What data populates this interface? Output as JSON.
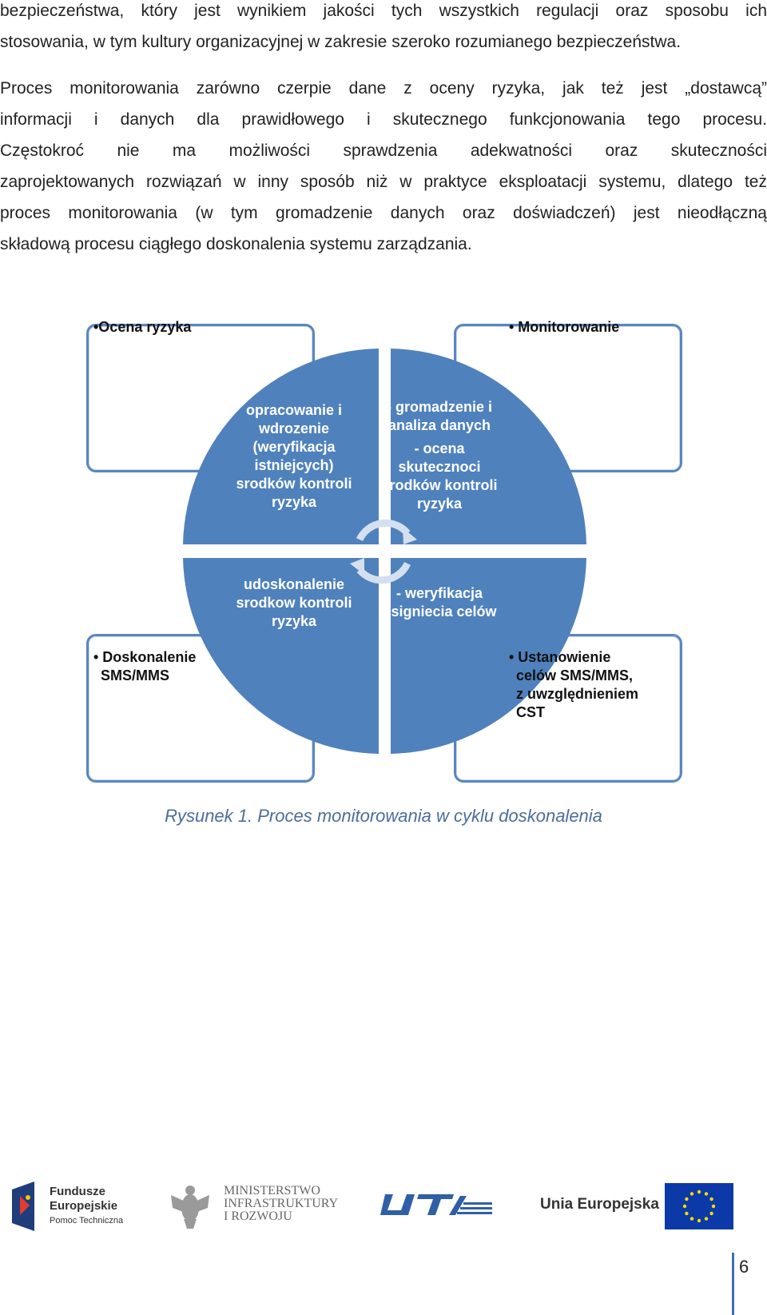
{
  "paragraph1": {
    "lines": [
      "bezpieczeństwa, który jest wynikiem jakości tych wszystkich regulacji oraz sposobu ich",
      "stosowania, w tym kultury organizacyjnej w zakresie szeroko rozumianego bezpieczeństwa."
    ]
  },
  "paragraph2": {
    "lines": [
      "Proces monitorowania zarówno czerpie dane z oceny ryzyka, jak też jest „dostawcą”",
      "informacji i danych dla prawidłowego i skutecznego funkcjonowania tego procesu.",
      "Częstokroć nie ma możliwości sprawdzenia adekwatności oraz skuteczności",
      "zaprojektowanych rozwiązań w inny sposób niż w praktyce eksploatacji systemu, dlatego też",
      "proces monitorowania (w tym gromadzenie danych oraz doświadczeń) jest nieodłączną",
      "składową procesu ciągłego doskonalenia systemu zarządzania."
    ]
  },
  "diagram": {
    "boxes": {
      "top_left": "•Ocena ryzyka",
      "top_right": "• Monitorowanie",
      "bottom_left_1": "• Doskonalenie",
      "bottom_left_2": "SMS/MMS",
      "bottom_right_1": "• Ustanowienie",
      "bottom_right_2": "celów SMS/MMS,",
      "bottom_right_3": "z uwzględnieniem",
      "bottom_right_4": "CST"
    },
    "quadrants": {
      "top_left": [
        "opracowanie i",
        "wdrozenie",
        "(weryfikacja",
        "istniejcych)",
        "srodków kontroli",
        "ryzyka"
      ],
      "top_right": [
        "- gromadzenie i",
        "analiza danych",
        "- ocena",
        "skutecznoci",
        "srodków kontroli",
        "ryzyka"
      ],
      "bottom_left": [
        "udoskonalenie",
        "srodkow kontroli",
        "ryzyka"
      ],
      "bottom_right": [
        "- weryfikacja",
        "osigniecia celów"
      ]
    },
    "colors": {
      "circle": "#4f81bd",
      "box_border": "#5a86c0"
    }
  },
  "caption": "Rysunek 1. Proces monitorowania w cyklu doskonalenia",
  "logos": {
    "fe_1": "Fundusze",
    "fe_2": "Europejskie",
    "fe_3": "Pomoc Techniczna",
    "min_1": "MINISTERSTWO",
    "min_2": "INFRASTRUKTURY",
    "min_3": "I ROZWOJU",
    "ue": "Unia Europejska"
  },
  "page_number": "6"
}
